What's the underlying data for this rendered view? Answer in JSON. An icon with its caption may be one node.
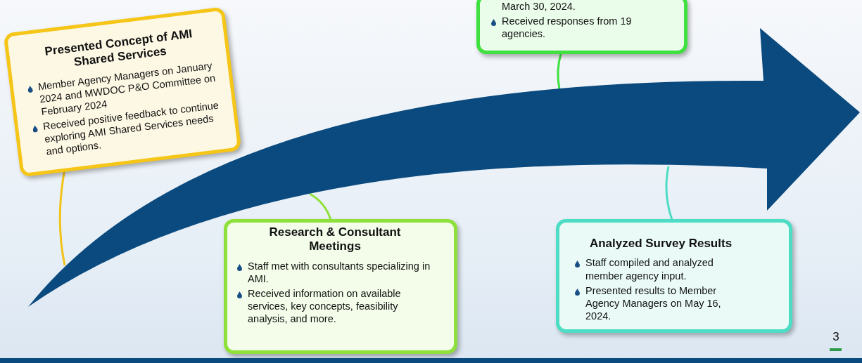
{
  "diagram": {
    "nodes": [
      {
        "text": [
          "Presented Concept of AMI Shared Services",
          "Member Agency Managers on January 2024 and MWDOC P&O Committee  on February 2024",
          "Received positive feedback to continue exploring AMI Shared Services needs and options."
        ]
      },
      {
        "text": [
          "March 30, 2024.",
          "Received responses from 19 agencies."
        ]
      },
      {
        "text": [
          "Research & Consultant Meetings",
          "Staff met with consultants specializing in AMI.",
          "Received information on available services, key concepts,  feasibility analysis, and  more."
        ]
      },
      {
        "text": [
          "Analyzed Survey Results",
          "Staff compiled and analyzed member agency input.",
          "Presented results to Member Agency Managers on May 16, 2024."
        ]
      },
      {
        "text": [],
        "shape": "arrow"
      }
    ],
    "edges": [
      {
        "from": 0,
        "to": 4,
        "arrow": "none",
        "color": "#f2c41a"
      },
      {
        "from": 1,
        "to": 4,
        "arrow": "none",
        "color": "#3fe03f"
      },
      {
        "from": 2,
        "to": 4,
        "arrow": "none",
        "color": "#8fe03a"
      },
      {
        "from": 3,
        "to": 4,
        "arrow": "none",
        "color": "#4dddc4"
      }
    ],
    "labels": [
      "3"
    ]
  }
}
